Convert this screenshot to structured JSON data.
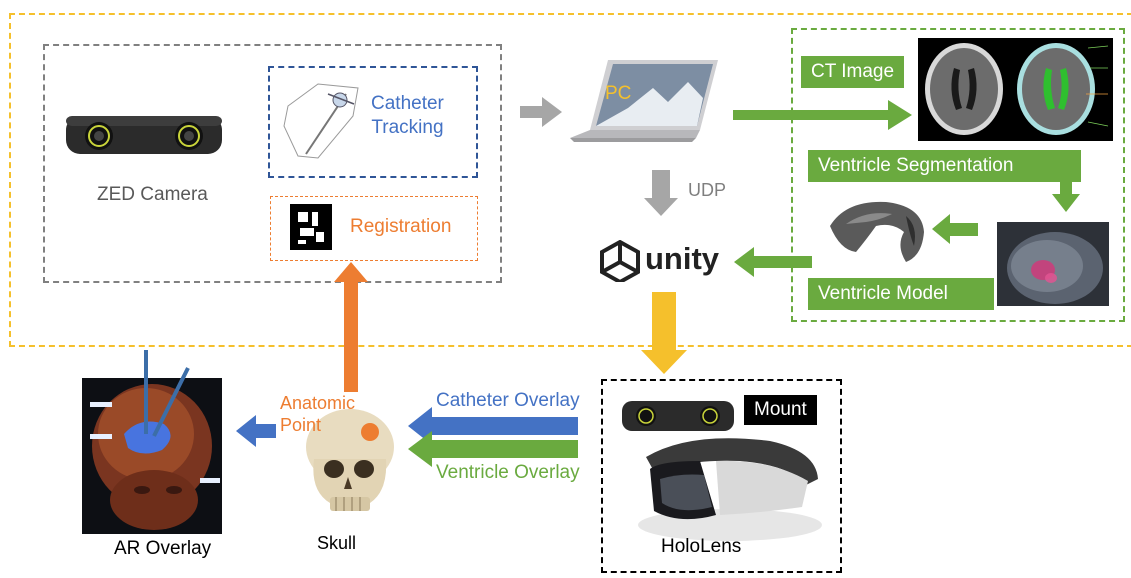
{
  "camera": {
    "label": "ZED Camera",
    "catheter_tracking": "Catheter\nTracking",
    "registration": "Registration"
  },
  "pc": {
    "label": "PC",
    "udp": "UDP"
  },
  "unity": {
    "label": "unity"
  },
  "pipeline": {
    "ct_image": "CT Image",
    "ventricle_segmentation": "Ventricle Segmentation",
    "ventricle_model": "Ventricle Model"
  },
  "hololens": {
    "label": "HoloLens",
    "mount": "Mount"
  },
  "skull": {
    "label": "Skull",
    "anatomic_point": "Anatomic\nPoint"
  },
  "overlays": {
    "catheter": "Catheter Overlay",
    "ventricle": "Ventricle Overlay"
  },
  "ar": {
    "label": "AR Overlay"
  },
  "colors": {
    "yellow": "#f5c02c",
    "green": "#6aaa3f",
    "blue": "#4472c4",
    "orange": "#ed7d31",
    "gray": "#a6a6a6",
    "dark_gray": "#595959"
  }
}
